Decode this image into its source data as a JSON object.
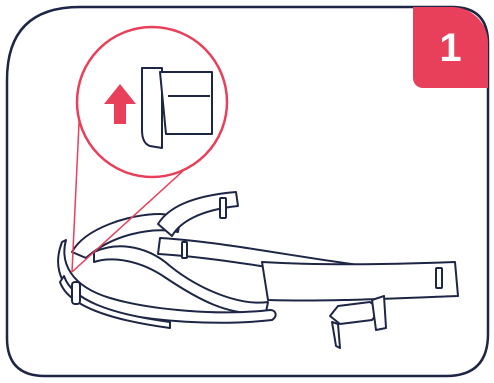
{
  "step": {
    "number": "1"
  },
  "colors": {
    "outline": "#1e2645",
    "accent": "#e8405a",
    "background": "#ffffff",
    "badge_text": "#ffffff"
  },
  "icons": {
    "arrow": "arrow-up-icon",
    "magnifier": "zoom-circle",
    "subject": "face-shield-headband"
  }
}
